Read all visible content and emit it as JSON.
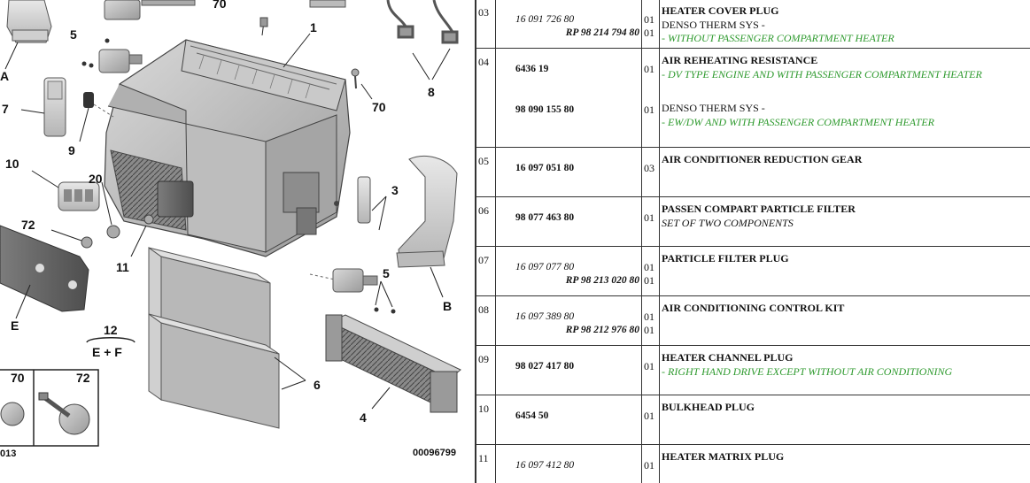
{
  "diagram": {
    "callouts": [
      "1",
      "3",
      "4",
      "5",
      "5",
      "6",
      "7",
      "8",
      "9",
      "10",
      "11",
      "12",
      "20",
      "70",
      "70",
      "72",
      "A",
      "B",
      "E"
    ],
    "group_label": "E + F",
    "inset_labels": [
      "70",
      "72"
    ],
    "inset_partial_text": "013",
    "drawing_number": "00096799"
  },
  "rows": [
    {
      "num": "03",
      "refs": [
        {
          "text": "16 091 726 80",
          "style": "italic",
          "qty": "01"
        },
        {
          "text": "RP 98 214 794 80",
          "style": "rp",
          "qty": "01"
        }
      ],
      "title": "HEATER COVER PLUG",
      "details": [
        {
          "kind": "supplier",
          "text": "DENSO THERM SYS -"
        },
        {
          "kind": "note",
          "text": "- WITHOUT PASSENGER COMPARTMENT HEATER"
        }
      ]
    },
    {
      "num": "04",
      "refs": [
        {
          "text": "6436 19",
          "style": "plain",
          "qty": "01",
          "line": 1
        },
        {
          "text": "98 090 155 80",
          "style": "plain",
          "qty": "01",
          "line": 4
        }
      ],
      "title": "AIR REHEATING RESISTANCE",
      "details": [
        {
          "kind": "note",
          "text": "- DV TYPE ENGINE AND WITH PASSENGER COMPARTMENT HEATER"
        },
        {
          "kind": "gap"
        },
        {
          "kind": "supplier",
          "text": "DENSO THERM SYS -"
        },
        {
          "kind": "note",
          "text": "- EW/DW AND WITH PASSENGER COMPARTMENT HEATER"
        }
      ]
    },
    {
      "num": "05",
      "refs": [
        {
          "text": "16 097 051 80",
          "style": "plain",
          "qty": "03",
          "line": 1
        }
      ],
      "title": "AIR CONDITIONER REDUCTION GEAR",
      "details": []
    },
    {
      "num": "06",
      "refs": [
        {
          "text": "98 077 463 80",
          "style": "plain",
          "qty": "01",
          "line": 1
        }
      ],
      "title": "PASSEN COMPART PARTICLE FILTER",
      "details": [
        {
          "kind": "italic",
          "text": "SET OF TWO COMPONENTS"
        }
      ]
    },
    {
      "num": "07",
      "refs": [
        {
          "text": "16 097 077 80",
          "style": "italic",
          "qty": "01"
        },
        {
          "text": "RP 98 213 020 80",
          "style": "rp",
          "qty": "01"
        }
      ],
      "title": "PARTICLE FILTER PLUG",
      "details": []
    },
    {
      "num": "08",
      "refs": [
        {
          "text": "16 097 389 80",
          "style": "italic",
          "qty": "01"
        },
        {
          "text": "RP 98 212 976 80",
          "style": "rp",
          "qty": "01"
        }
      ],
      "title": "AIR CONDITIONING CONTROL KIT",
      "details": []
    },
    {
      "num": "09",
      "refs": [
        {
          "text": "98 027 417 80",
          "style": "plain",
          "qty": "01",
          "line": 1
        }
      ],
      "title": "HEATER CHANNEL PLUG",
      "details": [
        {
          "kind": "note",
          "text": "- RIGHT HAND DRIVE EXCEPT WITHOUT AIR CONDITIONING"
        }
      ]
    },
    {
      "num": "10",
      "refs": [
        {
          "text": "6454 50",
          "style": "plain",
          "qty": "01",
          "line": 1
        }
      ],
      "title": "BULKHEAD PLUG",
      "details": []
    },
    {
      "num": "11",
      "refs": [
        {
          "text": "16 097 412 80",
          "style": "italic",
          "qty": "01"
        }
      ],
      "title": "HEATER MATRIX PLUG",
      "details": []
    }
  ],
  "colors": {
    "note": "#2e9a2e",
    "border": "#333333"
  },
  "icons": {
    "diagram": "exploded-hvac-unit-illustration"
  }
}
